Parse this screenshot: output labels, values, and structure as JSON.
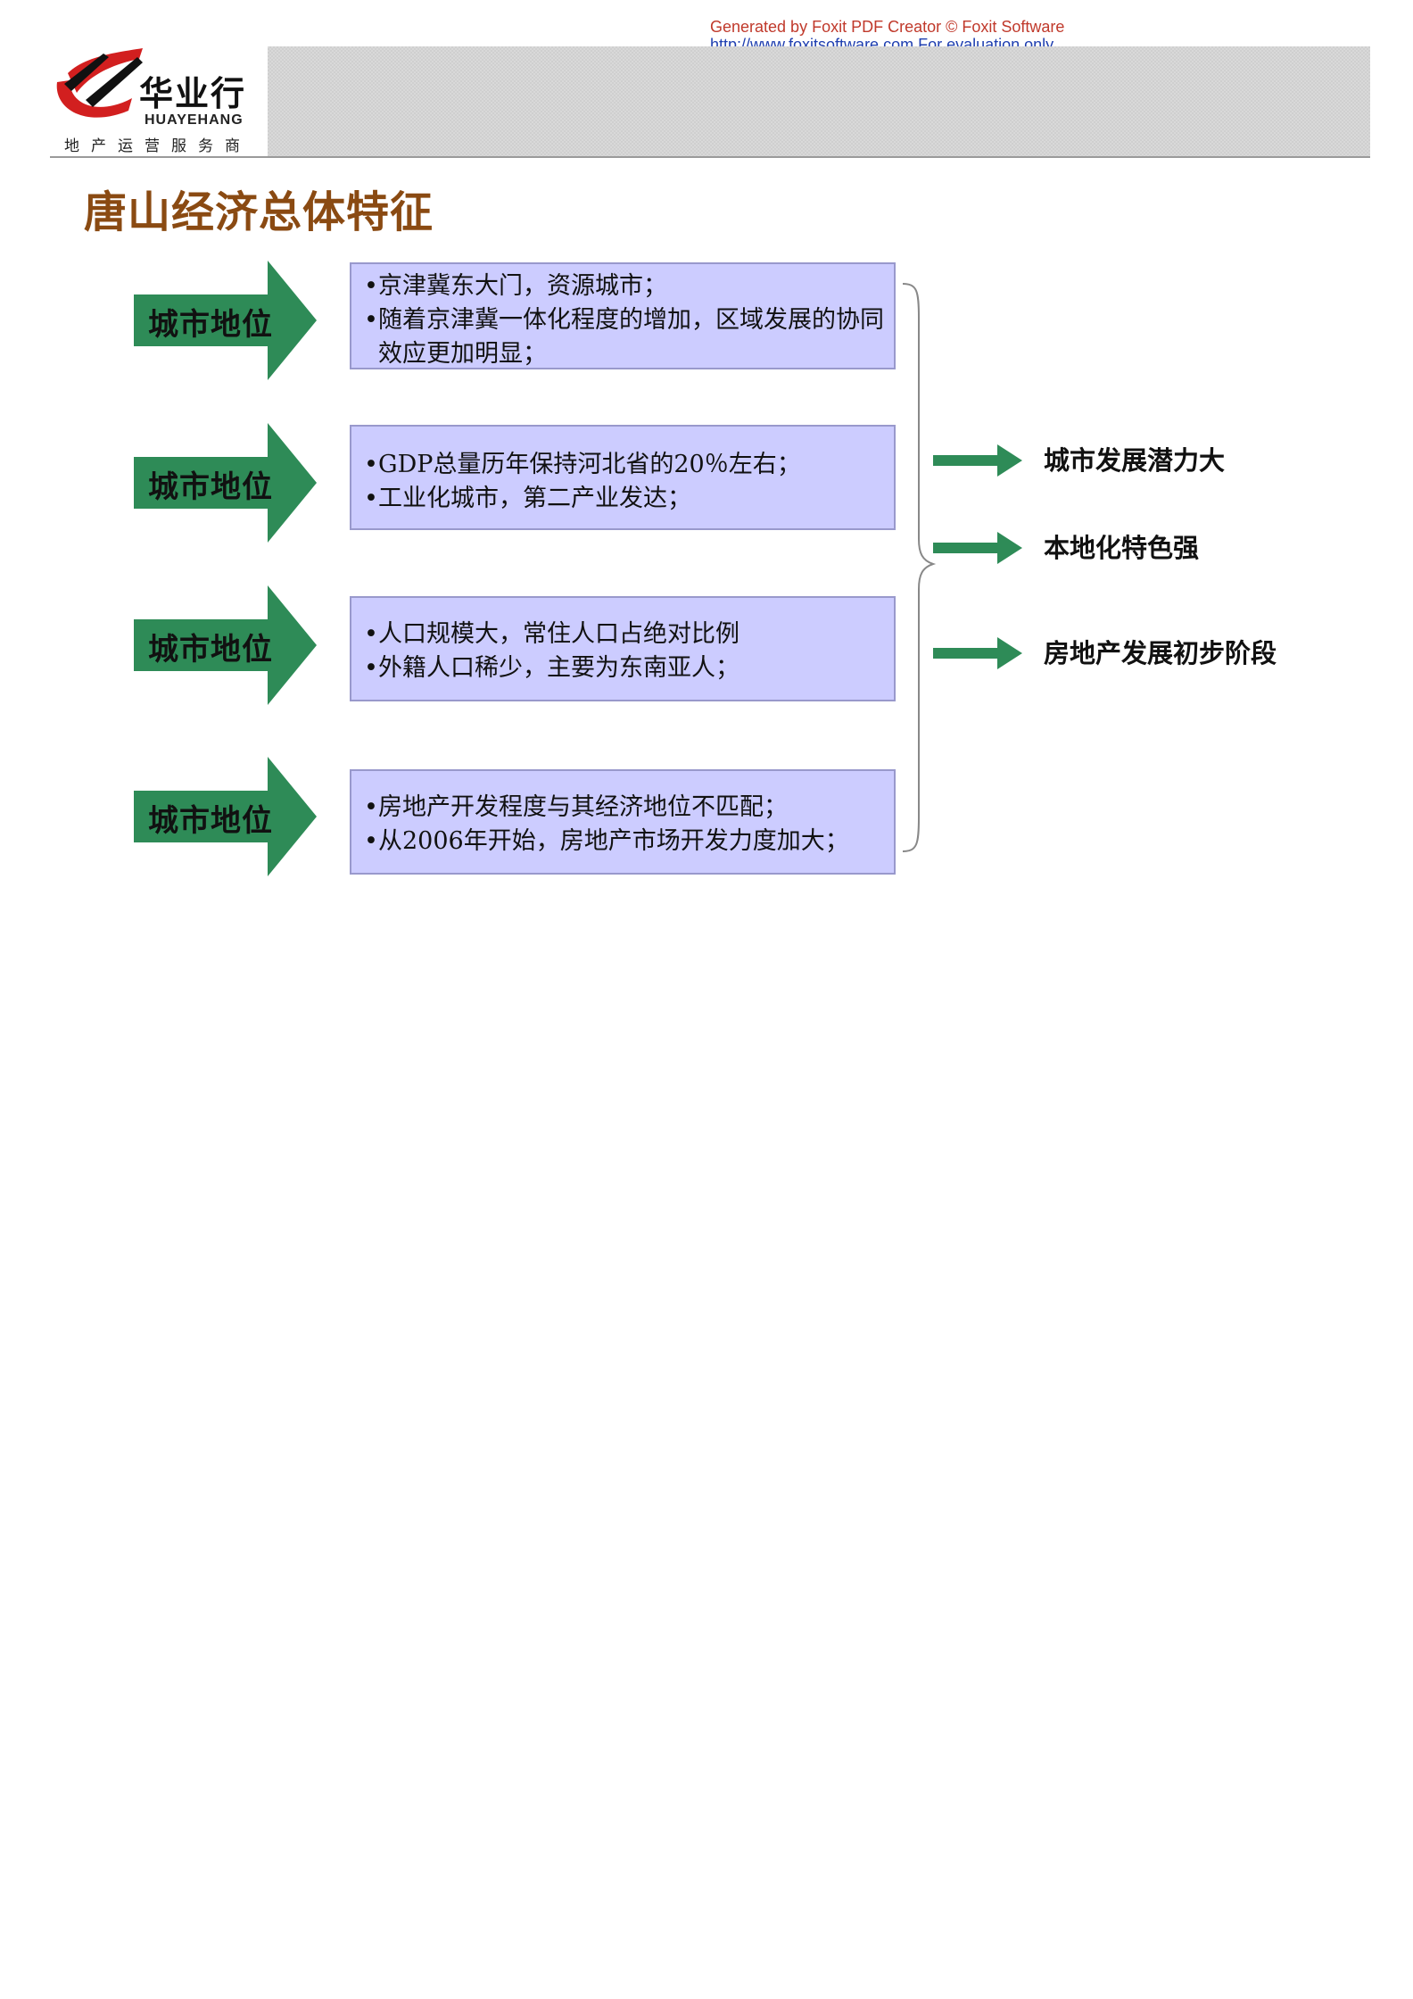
{
  "watermark": {
    "line1": "Generated by Foxit PDF Creator © Foxit Software",
    "line2": "http://www.foxitsoftware.com   For evaluation only."
  },
  "logo": {
    "name_cn": "华业行",
    "name_en": "HUAYEHANG",
    "tagline": "地产运营服务商"
  },
  "title": "唐山经济总体特征",
  "colors": {
    "arrow_green": "#2e8b57",
    "box_fill": "#ccccff",
    "box_border": "#9999cc",
    "title_brown": "#8a4a12",
    "watermark_red": "#c0392b",
    "watermark_blue": "#1f3fb0"
  },
  "rows": [
    {
      "label": "城市地位",
      "bullets": [
        "京津冀东大门，资源城市；",
        "随着京津冀一体化程度的增加，区域发展的协同效应更加明显；"
      ]
    },
    {
      "label": "城市地位",
      "bullets": [
        "GDP总量历年保持河北省的20％左右；",
        "工业化城市，第二产业发达；"
      ]
    },
    {
      "label": "城市地位",
      "bullets": [
        "人口规模大，常住人口占绝对比例",
        "外籍人口稀少，主要为东南亚人；"
      ]
    },
    {
      "label": "城市地位",
      "bullets": [
        "房地产开发程度与其经济地位不匹配；",
        "从2006年开始，房地产市场开发力度加大；"
      ]
    }
  ],
  "outcomes": [
    "城市发展潜力大",
    "本地化特色强",
    "房地产发展初步阶段"
  ]
}
